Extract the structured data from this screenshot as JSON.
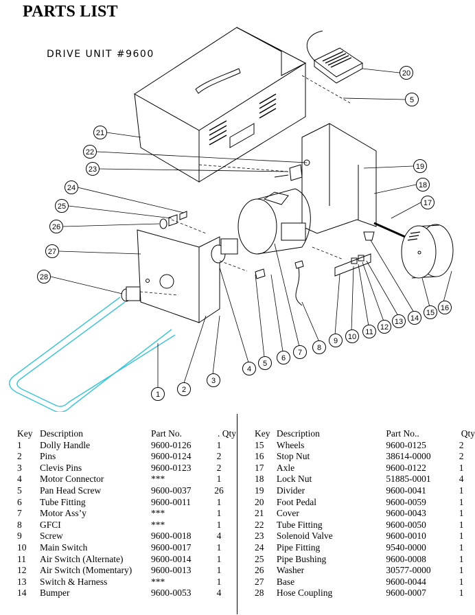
{
  "title": "PARTS LIST",
  "subtitle": "DRIVE UNIT #9600",
  "callouts": [
    "1",
    "2",
    "3",
    "4",
    "5",
    "5",
    "6",
    "7",
    "8",
    "9",
    "10",
    "11",
    "12",
    "13",
    "14",
    "15",
    "16",
    "17",
    "18",
    "19",
    "20",
    "21",
    "22",
    "23",
    "24",
    "25",
    "26",
    "27",
    "28"
  ],
  "table_headers": {
    "left": {
      "key": "Key",
      "description": "Description",
      "part_no": "Part No.",
      "qty": ". Qty"
    },
    "right": {
      "key": "Key",
      "description": "Description",
      "part_no": "Part No..",
      "qty": "Qty"
    }
  },
  "parts_left": [
    {
      "key": "1",
      "description": "Dolly Handle",
      "part_no": "9600-0126",
      "qty": "1"
    },
    {
      "key": "2",
      "description": "Pins",
      "part_no": "9600-0124",
      "qty": "2"
    },
    {
      "key": "3",
      "description": "Clevis Pins",
      "part_no": "9600-0123",
      "qty": "2"
    },
    {
      "key": "4",
      "description": "Motor Connector",
      "part_no": "***",
      "qty": "1"
    },
    {
      "key": "5",
      "description": "Pan Head Screw",
      "part_no": "9600-0037",
      "qty": "26"
    },
    {
      "key": "6",
      "description": "Tube Fitting",
      "part_no": "9600-0011",
      "qty": "1"
    },
    {
      "key": "7",
      "description": "Motor Ass’y",
      "part_no": "***",
      "qty": "1"
    },
    {
      "key": "8",
      "description": "GFCI",
      "part_no": "***",
      "qty": "1"
    },
    {
      "key": "9",
      "description": "Screw",
      "part_no": "9600-0018",
      "qty": "4"
    },
    {
      "key": "10",
      "description": "Main Switch",
      "part_no": "9600-0017",
      "qty": "1"
    },
    {
      "key": "11",
      "description": "Air Switch (Alternate)",
      "part_no": "9600-0014",
      "qty": "1"
    },
    {
      "key": "12",
      "description": "Air Switch (Momentary)",
      "part_no": "9600-0013",
      "qty": "1"
    },
    {
      "key": "13",
      "description": "Switch & Harness",
      "part_no": "***",
      "qty": "1"
    },
    {
      "key": "14",
      "description": "Bumper",
      "part_no": "9600-0053",
      "qty": "4"
    }
  ],
  "parts_right": [
    {
      "key": "15",
      "description": "Wheels",
      "part_no": "9600-0125",
      "qty": "2"
    },
    {
      "key": "16",
      "description": "Stop Nut",
      "part_no": "38614-0000",
      "qty": "2"
    },
    {
      "key": "17",
      "description": "Axle",
      "part_no": "9600-0122",
      "qty": "1"
    },
    {
      "key": "18",
      "description": "Lock Nut",
      "part_no": "51885-0001",
      "qty": "4"
    },
    {
      "key": "19",
      "description": "Divider",
      "part_no": "9600-0041",
      "qty": "1"
    },
    {
      "key": "20",
      "description": "Foot Pedal",
      "part_no": "9600-0059",
      "qty": "1"
    },
    {
      "key": "21",
      "description": "Cover",
      "part_no": "9600-0043",
      "qty": "1"
    },
    {
      "key": "22",
      "description": "Tube Fitting",
      "part_no": "9600-0050",
      "qty": "1"
    },
    {
      "key": "23",
      "description": "Solenoid Valve",
      "part_no": "9600-0010",
      "qty": "1"
    },
    {
      "key": "24",
      "description": "Pipe Fitting",
      "part_no": "9540-0000",
      "qty": "1"
    },
    {
      "key": "25",
      "description": "Pipe Bushing",
      "part_no": "9600-0008",
      "qty": "1"
    },
    {
      "key": "26",
      "description": "Washer",
      "part_no": "30577-0000",
      "qty": "1"
    },
    {
      "key": "27",
      "description": "Base",
      "part_no": "9600-0044",
      "qty": "1"
    },
    {
      "key": "28",
      "description": "Hose Coupling",
      "part_no": "9600-0007",
      "qty": "1"
    }
  ],
  "colors": {
    "ink": "#000000",
    "handle_highlight": "#3fc4d8",
    "background": "#ffffff"
  }
}
